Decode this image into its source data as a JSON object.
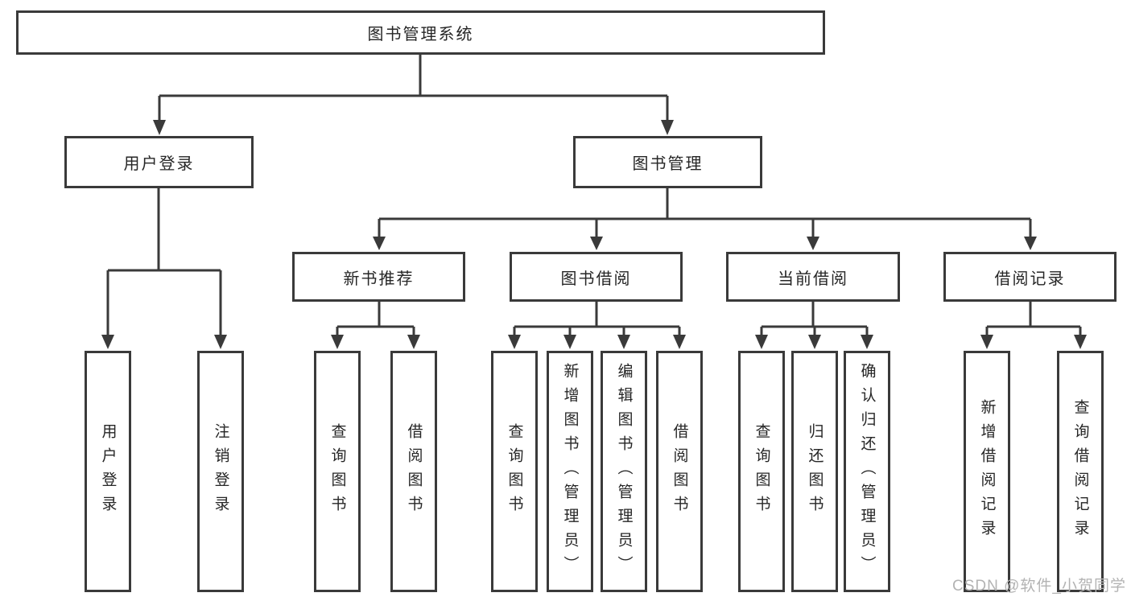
{
  "diagram": {
    "root": {
      "label": "图书管理系统"
    },
    "branches": [
      {
        "label": "用户登录",
        "leaves": [
          {
            "label": "用户登录"
          },
          {
            "label": "注销登录"
          }
        ]
      },
      {
        "label": "图书管理",
        "groups": [
          {
            "label": "新书推荐",
            "leaves": [
              {
                "label": "查询图书"
              },
              {
                "label": "借阅图书"
              }
            ]
          },
          {
            "label": "图书借阅",
            "leaves": [
              {
                "label": "查询图书"
              },
              {
                "label": "新增图书（管理员）"
              },
              {
                "label": "编辑图书（管理员）"
              },
              {
                "label": "借阅图书"
              }
            ]
          },
          {
            "label": "当前借阅",
            "leaves": [
              {
                "label": "查询图书"
              },
              {
                "label": "归还图书"
              },
              {
                "label": "确认归还（管理员）"
              }
            ]
          },
          {
            "label": "借阅记录",
            "leaves": [
              {
                "label": "新增借阅记录"
              },
              {
                "label": "查询借阅记录"
              }
            ]
          }
        ]
      }
    ]
  },
  "watermark": {
    "text": "CSDN @软件_小贺同学"
  },
  "colors": {
    "line": "#3a3a3a",
    "text": "#262626",
    "watermark": "#b3b3b3"
  }
}
